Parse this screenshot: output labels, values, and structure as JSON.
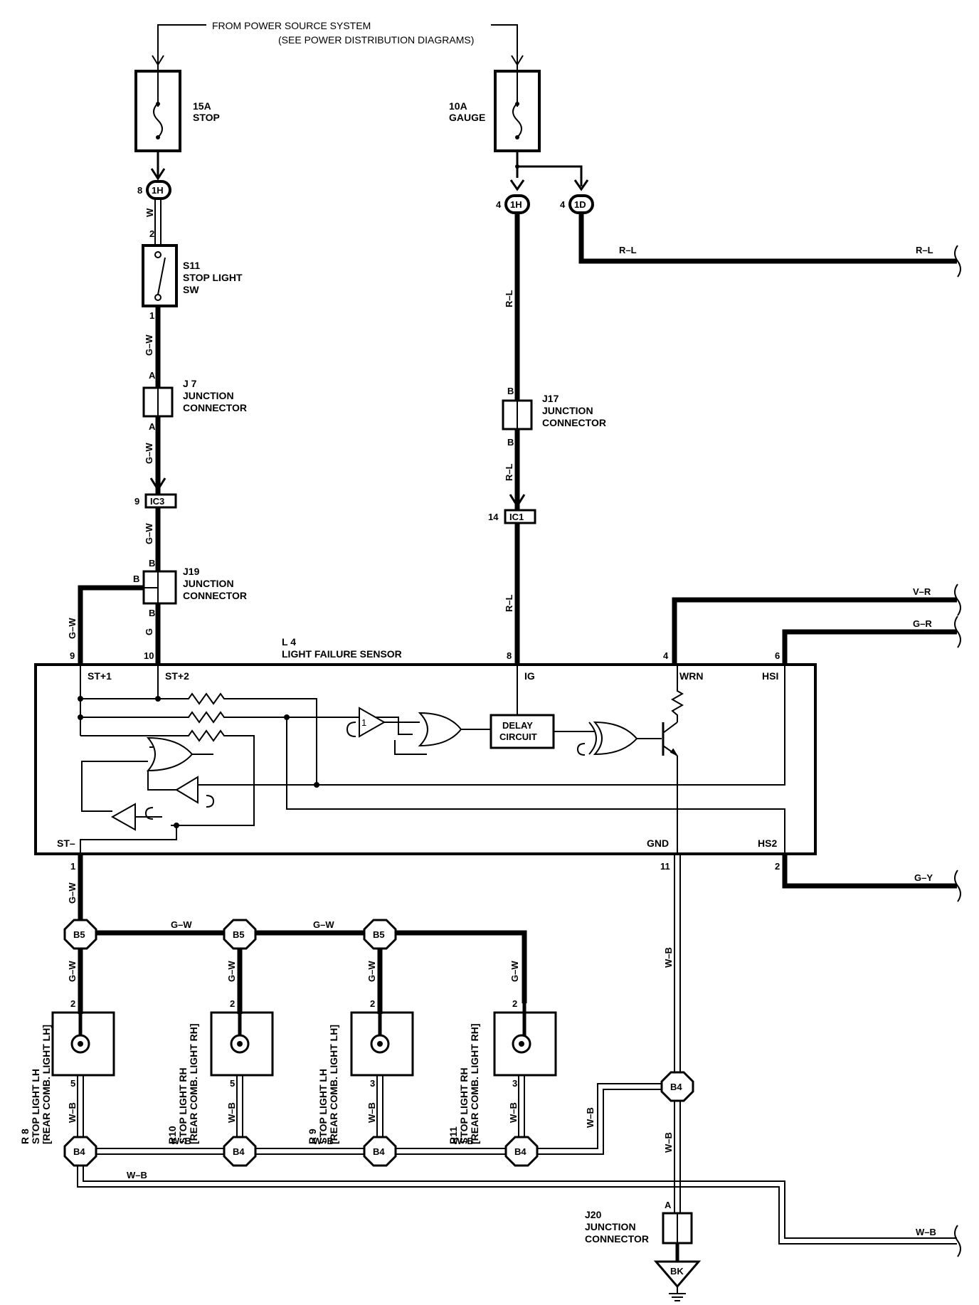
{
  "header": {
    "line1": "FROM POWER SOURCE SYSTEM",
    "line2": "(SEE POWER DISTRIBUTION DIAGRAMS)"
  },
  "fuses": [
    {
      "amp": "15A",
      "name": "STOP"
    },
    {
      "amp": "10A",
      "name": "GAUGE"
    }
  ],
  "connectors": {
    "c_1h_left": "1H",
    "c_1h_left_pin": "8",
    "c_1h_right": "1H",
    "c_1h_right_pin": "4",
    "c_1d": "1D",
    "c_1d_pin": "4",
    "c_ic3": "IC3",
    "c_ic3_pin": "9",
    "c_ic1": "IC1",
    "c_ic1_pin": "14"
  },
  "switch": {
    "id": "S11",
    "line1": "STOP LIGHT",
    "line2": "SW",
    "pin_top": "2",
    "pin_bottom": "1"
  },
  "j7": {
    "id": "J 7",
    "line1": "JUNCTION",
    "line2": "CONNECTOR",
    "pin_top": "A",
    "pin_bottom": "A"
  },
  "j17": {
    "id": "J17",
    "line1": "JUNCTION",
    "line2": "CONNECTOR",
    "pin_top": "B",
    "pin_bottom": "B"
  },
  "j19": {
    "id": "J19",
    "line1": "JUNCTION",
    "line2": "CONNECTOR",
    "pin_top": "B",
    "pin_left": "B",
    "pin_bottom": "B"
  },
  "j20": {
    "id": "J20",
    "line1": "JUNCTION",
    "line2": "CONNECTOR",
    "pin_top": "A"
  },
  "sensor": {
    "id": "L 4",
    "name": "LIGHT FAILURE SENSOR",
    "delay_line1": "DELAY",
    "delay_line2": "CIRCUIT",
    "terminals": {
      "st1": "ST+1",
      "st2": "ST+2",
      "ig": "IG",
      "wrn": "WRN",
      "hsi": "HSI",
      "stm": "ST–",
      "gnd": "GND",
      "hs2": "HS2"
    },
    "pins": {
      "st1": "9",
      "st2": "10",
      "ig": "8",
      "wrn": "4",
      "hsi": "6",
      "stm": "1",
      "gnd": "11",
      "hs2": "2"
    }
  },
  "wires": {
    "w": "W",
    "gw": "G–W",
    "g": "G",
    "rl": "R–L",
    "vr": "V–R",
    "gr": "G–R",
    "gy": "G–Y",
    "wb": "W–B"
  },
  "splices": {
    "b5": "B5",
    "b4": "B4"
  },
  "ground": "BK",
  "lamps": [
    {
      "id": "R 8",
      "name": "STOP LIGHT LH",
      "sub": "[REAR COMB. LIGHT LH]",
      "pin_top": "2",
      "pin_bottom": "5"
    },
    {
      "id": "R10",
      "name": "STOP LIGHT RH",
      "sub": "[REAR COMB. LIGHT RH]",
      "pin_top": "2",
      "pin_bottom": "5"
    },
    {
      "id": "R 9",
      "name": "STOP LIGHT LH",
      "sub": "[REAR COMB. LIGHT LH]",
      "pin_top": "2",
      "pin_bottom": "3"
    },
    {
      "id": "R11",
      "name": "STOP LIGHT RH",
      "sub": "[REAR COMB. LIGHT RH]",
      "pin_top": "2",
      "pin_bottom": "3"
    }
  ]
}
